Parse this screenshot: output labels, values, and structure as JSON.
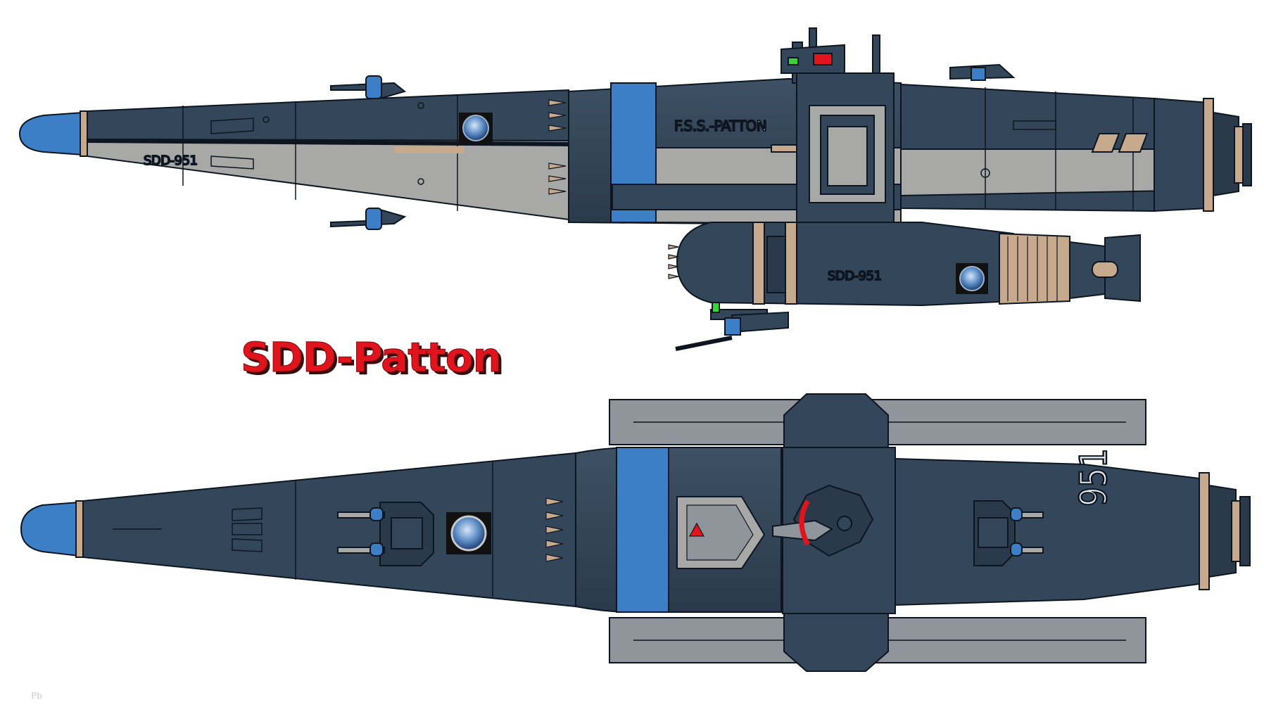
{
  "title": "SDD-Patton",
  "side_view": {
    "hull_label_forward": "SDD-951",
    "hull_label_main": "F.S.S.-PATTON",
    "hull_label_lower": "SDD-951"
  },
  "top_view": {
    "hull_number": "951"
  },
  "signature": "Pb",
  "colors": {
    "title_red": "#e0141c",
    "hull_dark": "#34465a",
    "hull_grey": "#a8a8a6",
    "hull_blue": "#3d7fc6",
    "hull_tan": "#c7a98e",
    "outline": "#0d1620",
    "wing_grey": "#8f959a",
    "accent_red": "#e0141c",
    "accent_green": "#3ad23a"
  },
  "icons": [
    "earth-emblem",
    "earth-emblem",
    "earth-emblem"
  ]
}
